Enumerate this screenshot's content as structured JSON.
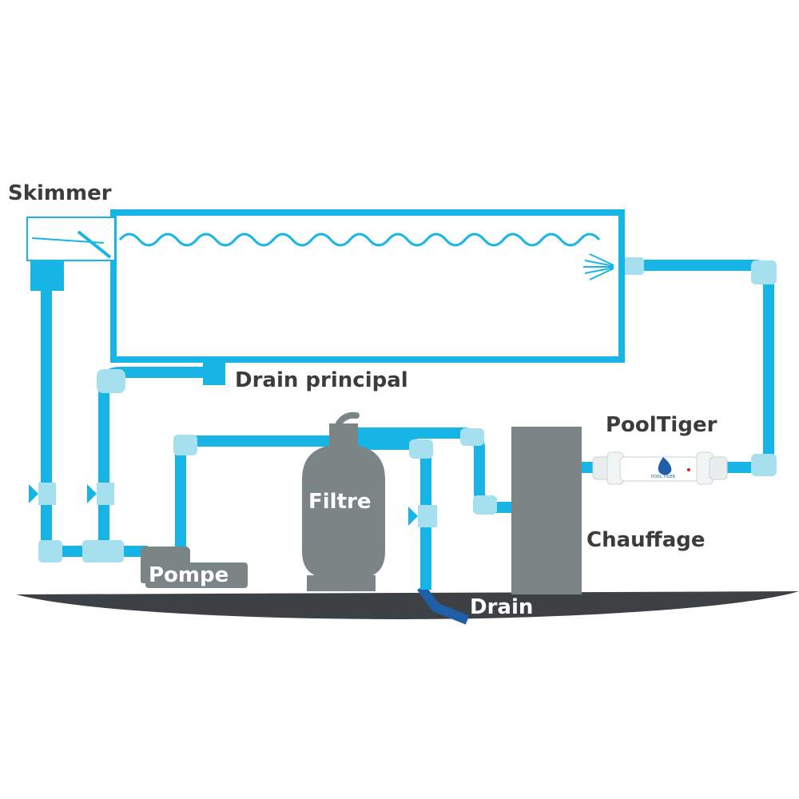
{
  "labels": {
    "skimmer": "Skimmer",
    "drain_principal": "Drain principal",
    "pooltiger": "PoolTiger",
    "filtre": "Filtre",
    "chauffage": "Chauffage",
    "pompe": "Pompe",
    "drain": "Drain"
  },
  "pooltiger_logo_text": "POOL TIGER",
  "colors": {
    "pipe": "#17b4e6",
    "pipe_joint": "#a6dfee",
    "equipment": "#7b8585",
    "ground": "#3d4144",
    "drain_pipe": "#1f5fa8",
    "text_dark": "#3c3c3c",
    "text_light": "#ffffff"
  }
}
